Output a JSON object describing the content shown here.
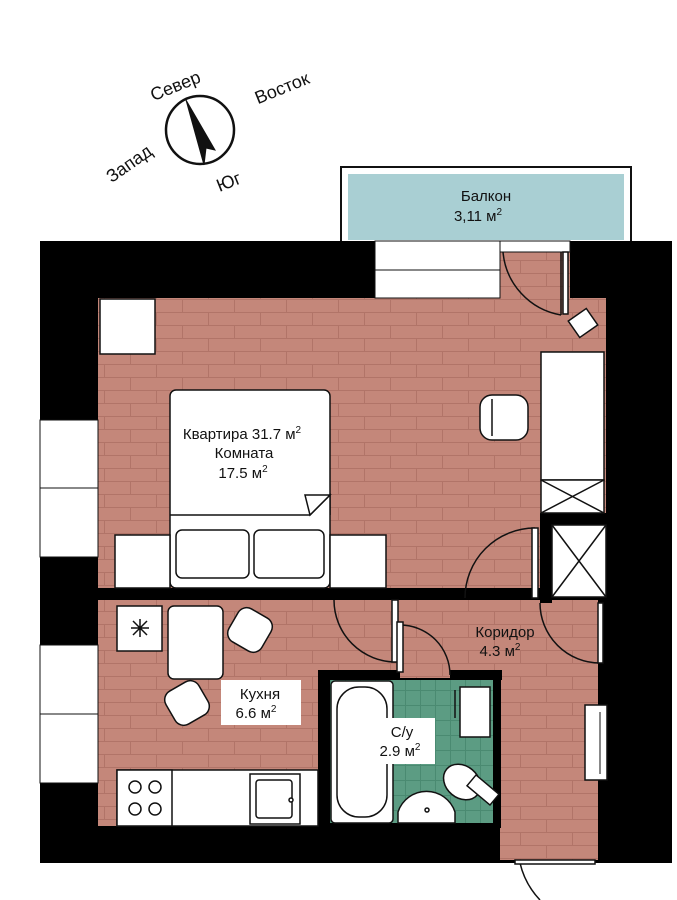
{
  "compass": {
    "north": "Север",
    "east": "Восток",
    "west": "Запад",
    "south": "Юг"
  },
  "rooms": {
    "balcony": {
      "name": "Балкон",
      "area": "3,11 м",
      "unit_sup": "2"
    },
    "apartment": {
      "name": "Квартира 31.7 м",
      "unit_sup": "2"
    },
    "room": {
      "name": "Комната",
      "area": "17.5 м",
      "unit_sup": "2"
    },
    "corridor": {
      "name": "Коридор",
      "area": "4.3 м",
      "unit_sup": "2"
    },
    "kitchen": {
      "name": "Кухня",
      "area": "6.6 м",
      "unit_sup": "2"
    },
    "bathroom": {
      "name": "С/у",
      "area": "2.9 м",
      "unit_sup": "2"
    }
  },
  "colors": {
    "wall": "#000000",
    "floor_brick": "#c4877a",
    "brick_line": "#b17468",
    "bathroom_tile": "#5c9c83",
    "tile_line": "#4a8a71",
    "balcony": "#a9cfd3",
    "furniture": "#ffffff",
    "line": "#111111"
  }
}
